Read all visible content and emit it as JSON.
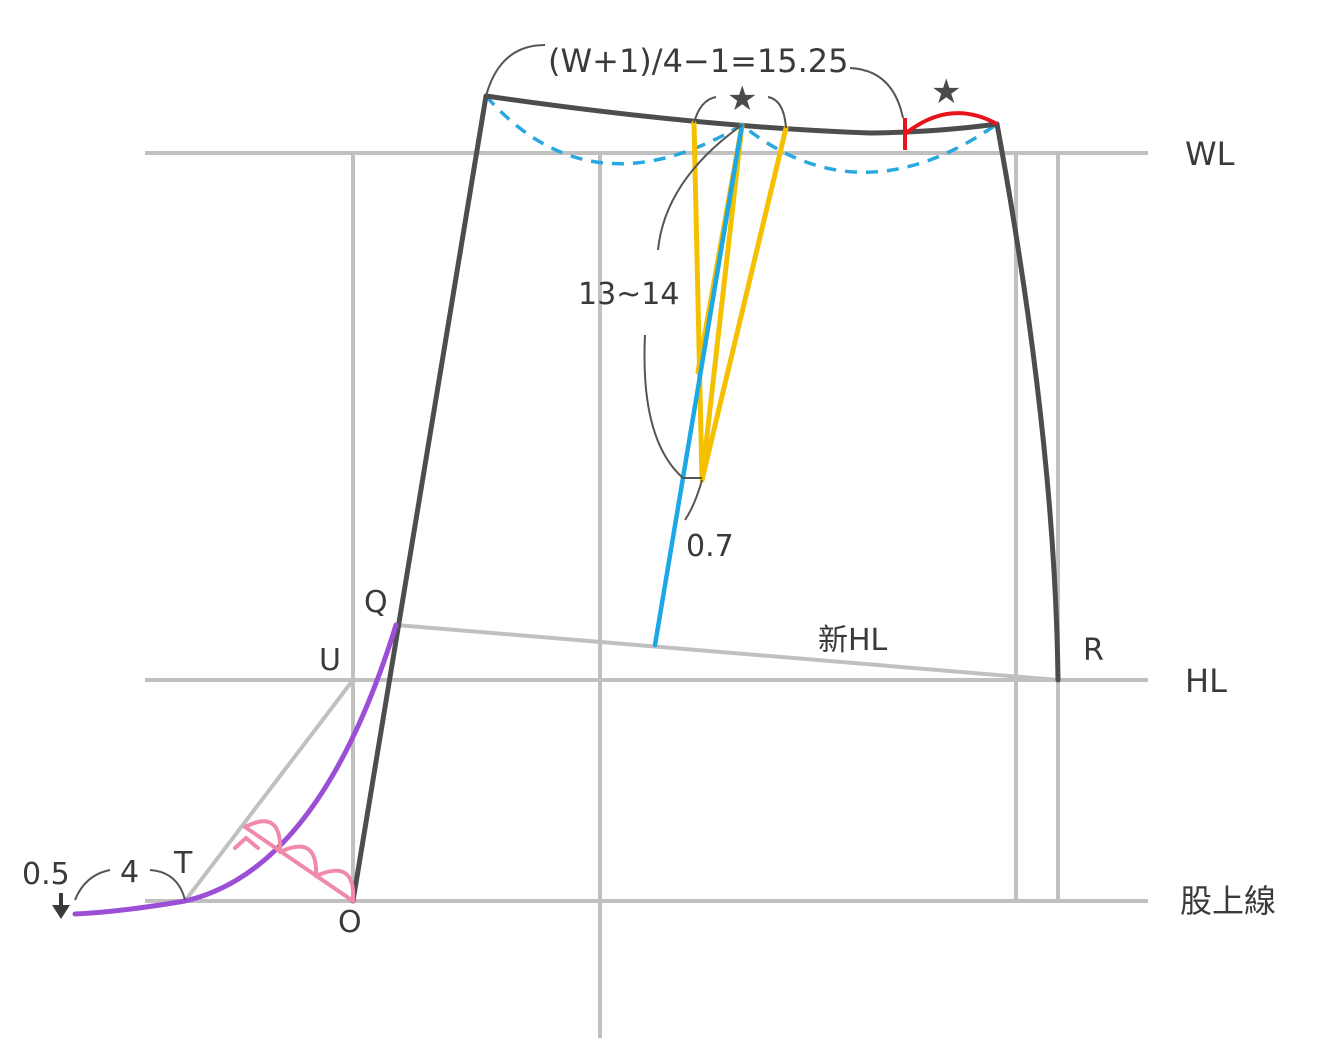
{
  "labels": {
    "waist_formula": "(W+1)/4−1=15.25",
    "star_left": "★",
    "star_right": "★",
    "wl": "WL",
    "hl": "HL",
    "crotch_line": "股上線",
    "new_hl": "新HL",
    "dart_length": "13~14",
    "dart_offset": "0.7",
    "point_q": "Q",
    "point_u": "U",
    "point_r": "R",
    "point_t": "T",
    "point_o": "O",
    "ext_4": "4",
    "drop_05": "0.5"
  },
  "colors": {
    "guide": "#c0c0c0",
    "outline": "#4d4d4d",
    "waist_guide": "#29a8e0",
    "center_dart_line": "#1ba8e4",
    "dart": "#f5c000",
    "crotch_curve": "#9b4fd6",
    "mark_red": "#e8141b",
    "measure_pink": "#f08aa8",
    "leader": "#555555"
  }
}
